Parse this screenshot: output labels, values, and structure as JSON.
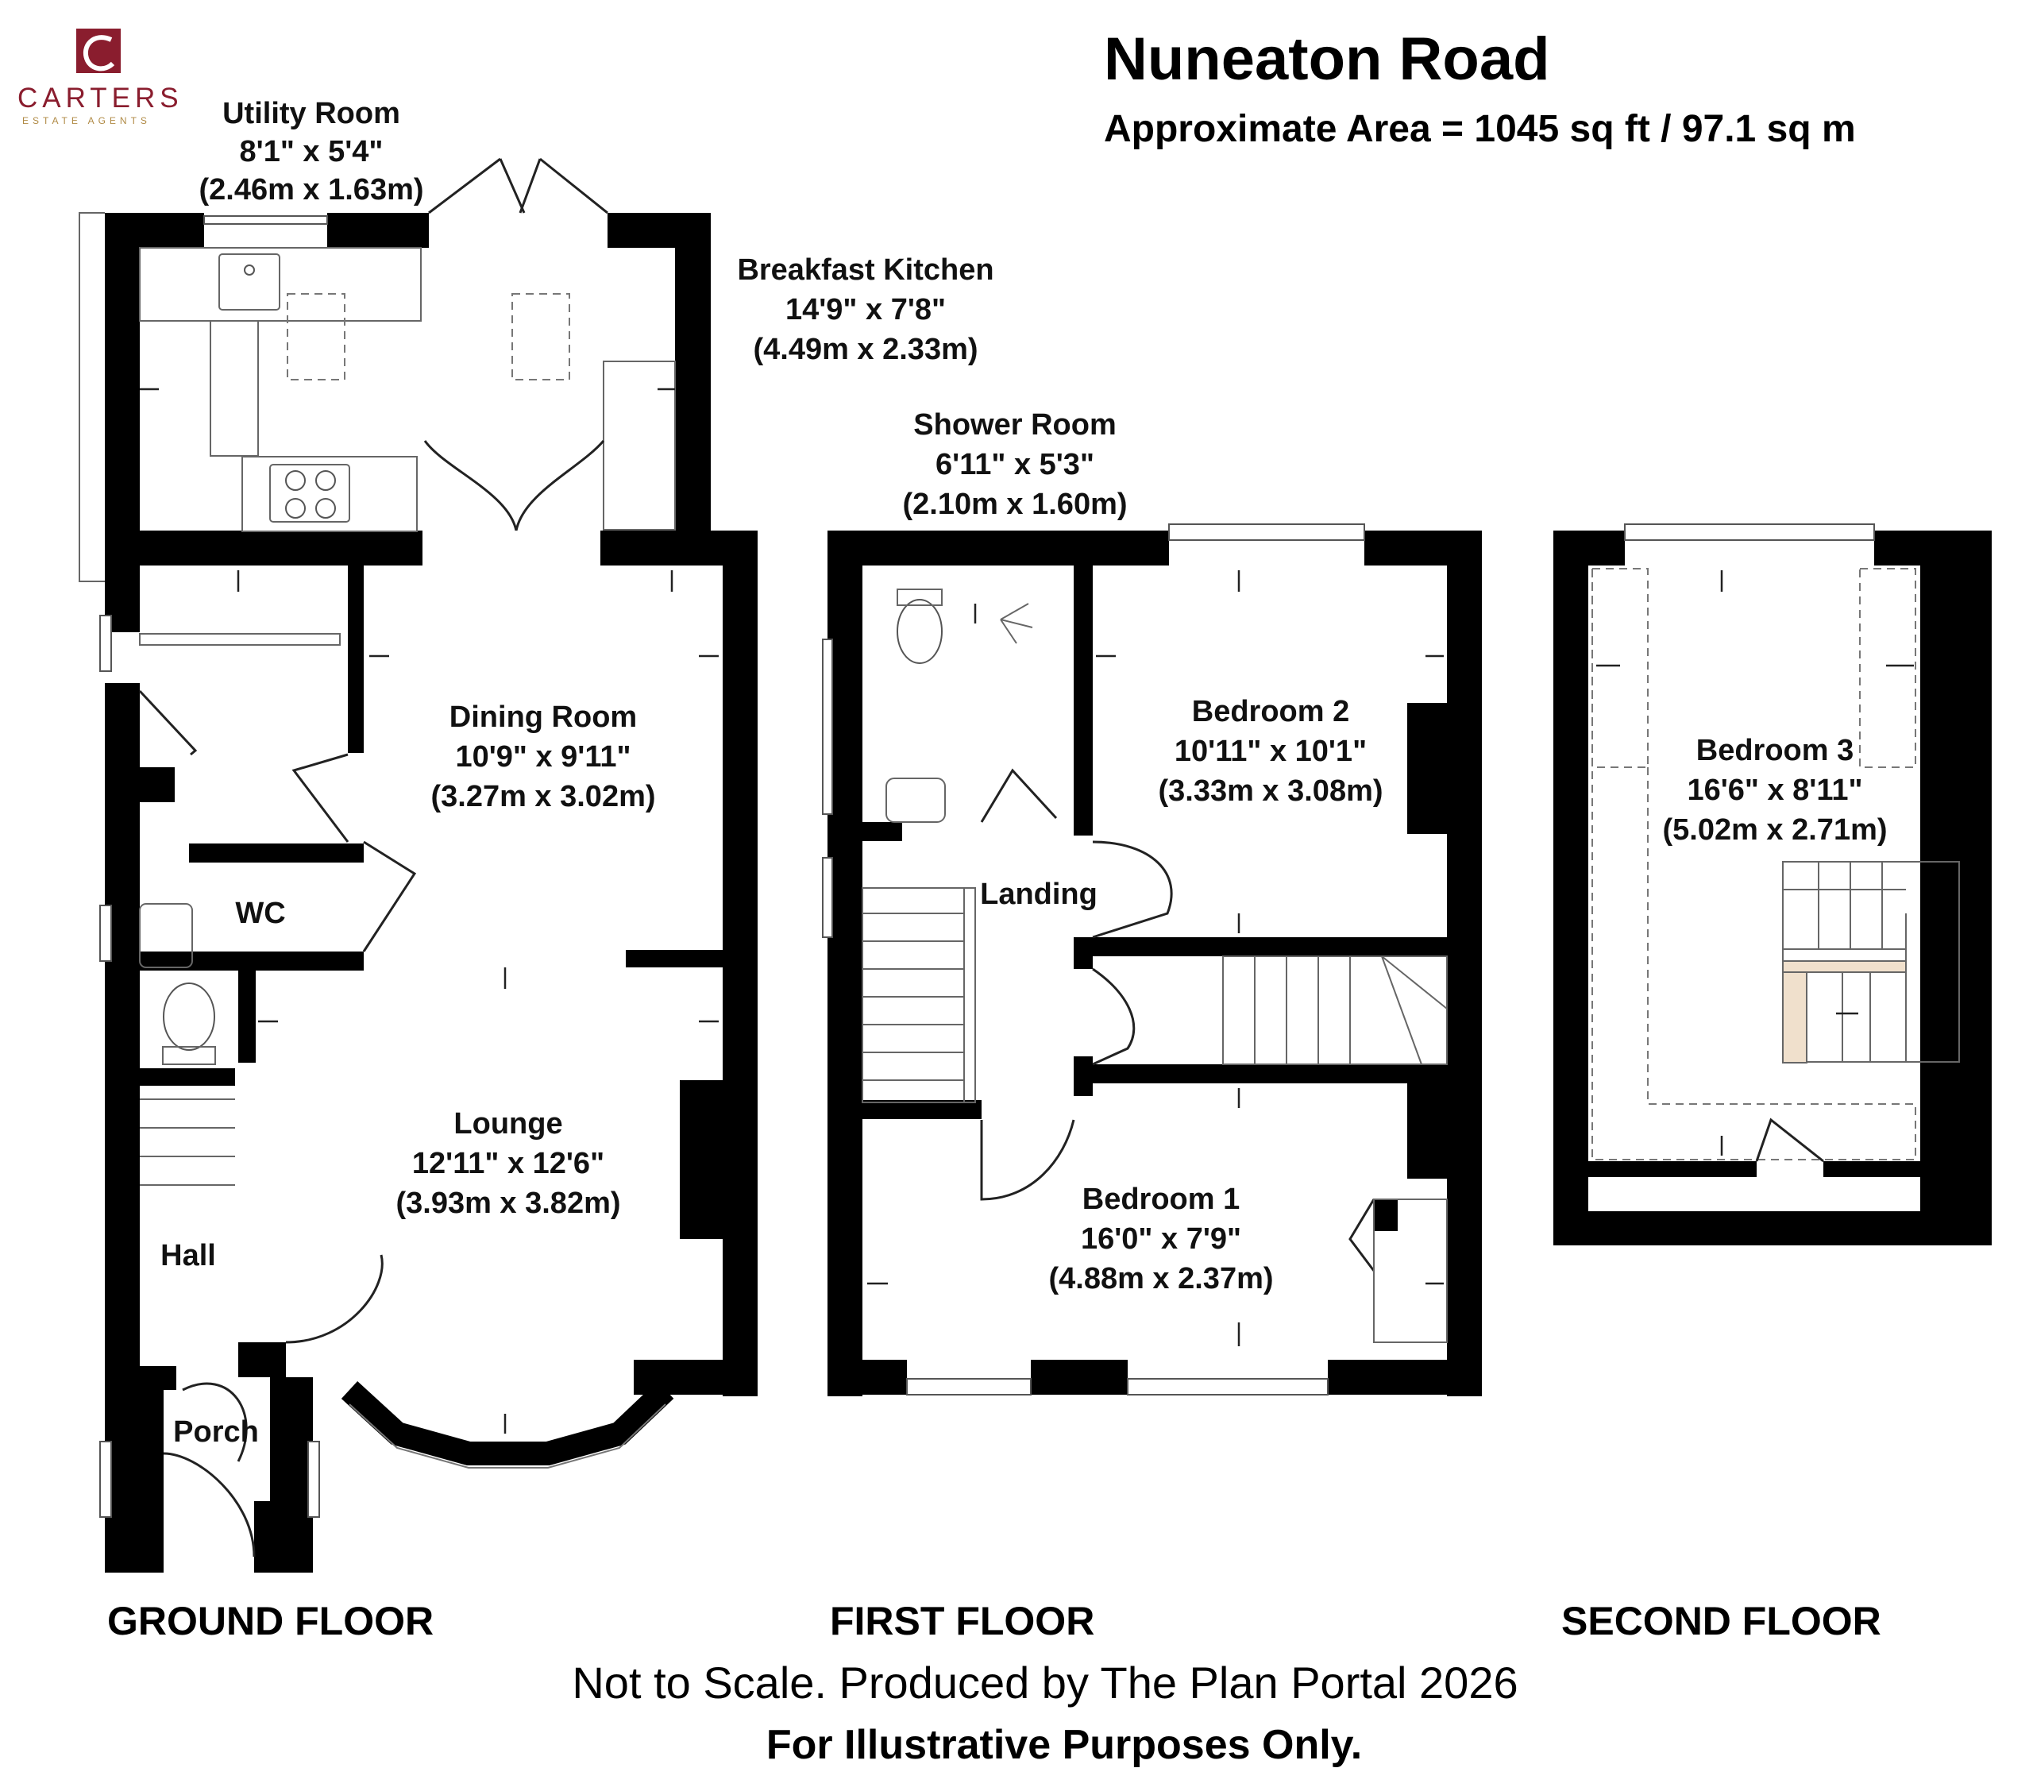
{
  "brand": {
    "name": "CARTERS",
    "tagline": "ESTATE AGENTS",
    "colors": {
      "primary": "#8a1d2e",
      "accent": "#b08a45"
    }
  },
  "header": {
    "title": "Nuneaton Road",
    "area": "Approximate Area = 1045 sq ft / 97.1 sq m"
  },
  "floors": {
    "ground": "GROUND FLOOR",
    "first": "FIRST FLOOR",
    "second": "SECOND FLOOR"
  },
  "rooms": {
    "utility": {
      "name": "Utility Room",
      "imperial": "8'1\" x 5'4\"",
      "metric": "(2.46m x 1.63m)"
    },
    "kitchen": {
      "name": "Breakfast Kitchen",
      "imperial": "14'9\" x 7'8\"",
      "metric": "(4.49m x 2.33m)"
    },
    "dining": {
      "name": "Dining Room",
      "imperial": "10'9\" x 9'11\"",
      "metric": "(3.27m x 3.02m)"
    },
    "wc": {
      "name": "WC"
    },
    "lounge": {
      "name": "Lounge",
      "imperial": "12'11\" x 12'6\"",
      "metric": "(3.93m x 3.82m)"
    },
    "hall": {
      "name": "Hall"
    },
    "porch": {
      "name": "Porch"
    },
    "shower": {
      "name": "Shower Room",
      "imperial": "6'11\" x 5'3\"",
      "metric": "(2.10m x 1.60m)"
    },
    "bedroom2": {
      "name": "Bedroom 2",
      "imperial": "10'11\" x 10'1\"",
      "metric": "(3.33m x 3.08m)"
    },
    "landing": {
      "name": "Landing"
    },
    "bedroom1": {
      "name": "Bedroom 1",
      "imperial": "16'0\" x 7'9\"",
      "metric": "(4.88m x 2.37m)"
    },
    "bedroom3": {
      "name": "Bedroom 3",
      "imperial": "16'6\" x 8'11\"",
      "metric": "(5.02m x 2.71m)"
    }
  },
  "footer": {
    "line1": "Not to Scale. Produced by The Plan Portal 2026",
    "line2": "For Illustrative Purposes Only."
  }
}
